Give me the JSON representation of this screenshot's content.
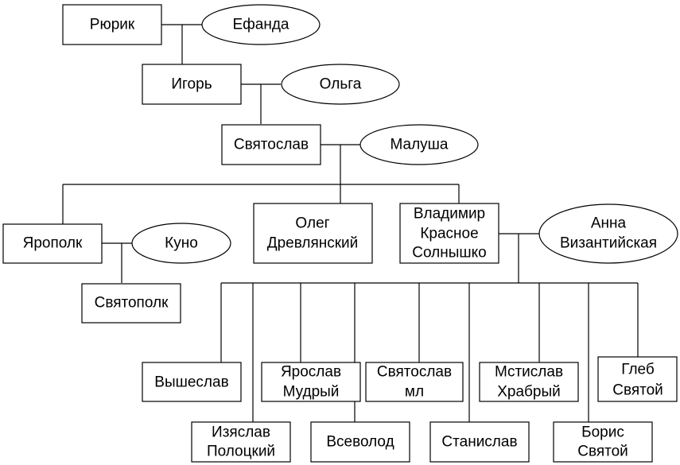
{
  "people": {
    "ryurik": "Рюрик",
    "efanda": "Ефанда",
    "igor": "Игорь",
    "olga": "Ольга",
    "svyatoslav": "Святослав",
    "malusha": "Малуша",
    "yaropolk": "Ярополк",
    "kuno": "Куно",
    "svyatopolk": "Святополк",
    "oleg": {
      "line1": "Олег",
      "line2": "Древлянский"
    },
    "vladimir": {
      "line1": "Владимир",
      "line2": "Красное",
      "line3": "Солнышко"
    },
    "anna": {
      "line1": "Анна",
      "line2": "Византийская"
    },
    "vysheslav": "Вышеслав",
    "izyaslav": {
      "line1": "Изяслав",
      "line2": "Полоцкий"
    },
    "yaroslav": {
      "line1": "Ярослав",
      "line2": "Мудрый"
    },
    "vsevolod": "Всеволод",
    "svyatoslav_ml": {
      "line1": "Святослав",
      "line2": "мл"
    },
    "stanislav": "Станислав",
    "mstislav": {
      "line1": "Мстислав",
      "line2": "Храбрый"
    },
    "boris": {
      "line1": "Борис",
      "line2": "Святой"
    },
    "gleb": {
      "line1": "Глеб",
      "line2": "Святой"
    }
  }
}
